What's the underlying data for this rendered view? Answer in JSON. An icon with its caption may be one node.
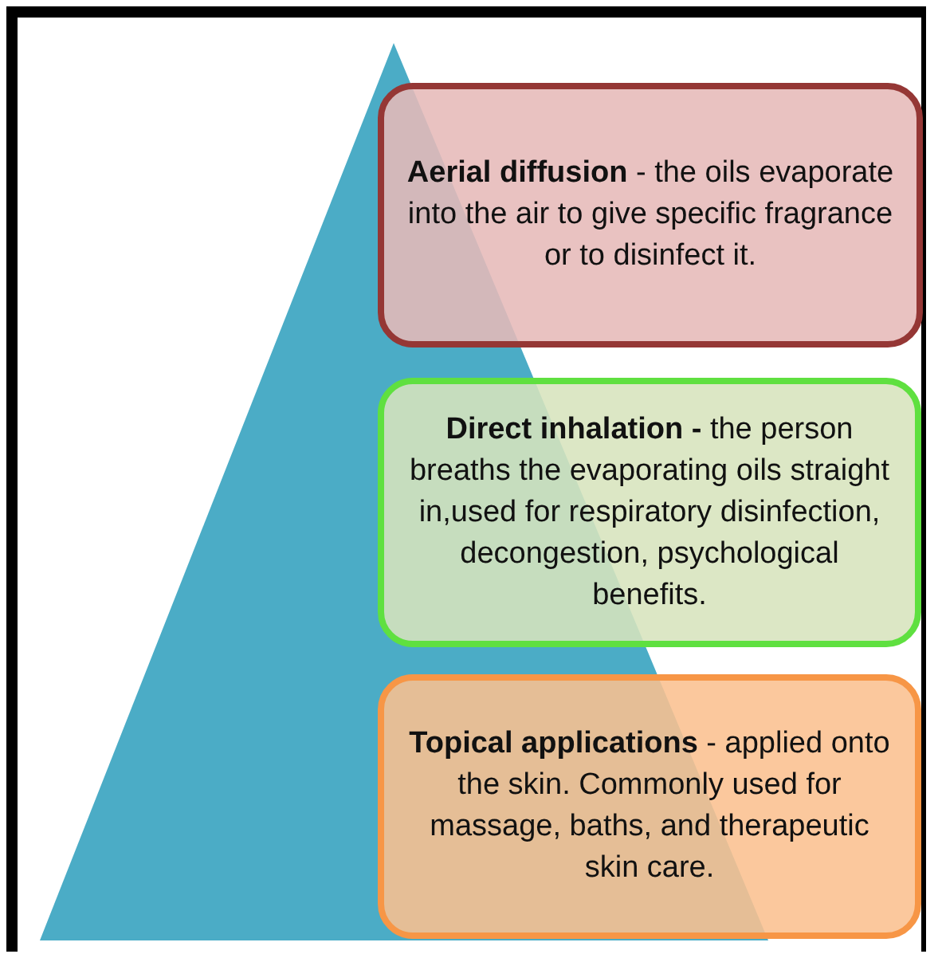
{
  "diagram": {
    "nodes": [
      {
        "text": [
          "**Aerial diffusion** - the oils evaporate into the air to give specific fragrance or to disinfect it."
        ]
      },
      {
        "text": [
          "**Direct inhalation -** the person breaths the evaporating oils straight in,used for respiratory disinfection, decongestion, psychological benefits."
        ]
      },
      {
        "text": [
          "**Topical applications** - applied onto the skin. Commonly used for massage, baths, and therapeutic skin care."
        ]
      }
    ]
  }
}
